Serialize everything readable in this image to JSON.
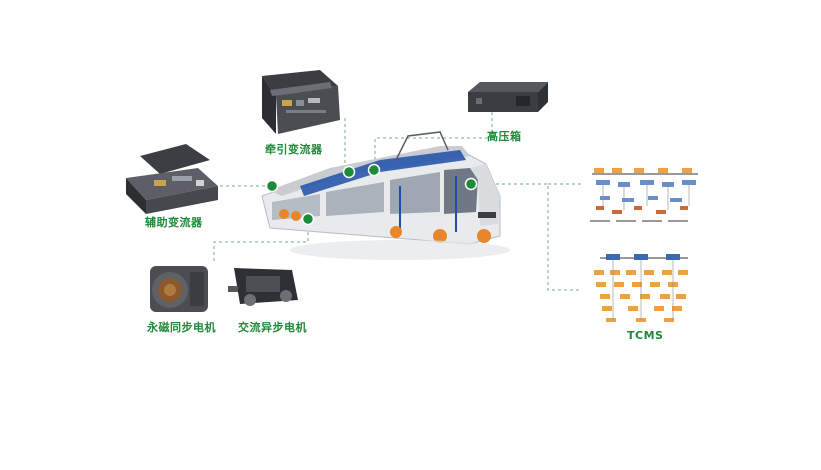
{
  "components": {
    "traction_converter": "牵引变流器",
    "high_voltage_box": "高压箱",
    "auxiliary_converter": "辅助变流器",
    "pm_sync_motor": "永磁同步电机",
    "ac_async_motor": "交流异步电机",
    "tcms": "TCMS"
  },
  "colors": {
    "accent_green": "#1f8a3a",
    "connector_dot": "#1f8a3a",
    "dash_line": "#7aa88a",
    "roof_blue": "#1f4fa8",
    "bogie_orange": "#e8862a"
  }
}
